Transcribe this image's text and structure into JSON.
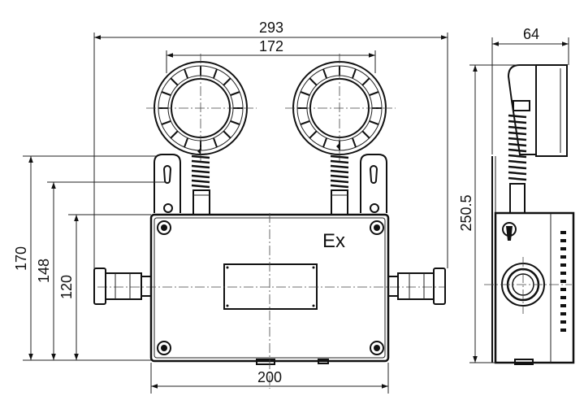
{
  "dimensions": {
    "overall_width": "293",
    "lamp_spacing": "172",
    "depth": "64",
    "overall_height": "250.5",
    "height_170": "170",
    "height_148": "148",
    "height_120": "120",
    "box_width": "200"
  },
  "marking": "Ex",
  "colors": {
    "line": "#111111",
    "background": "#ffffff"
  }
}
